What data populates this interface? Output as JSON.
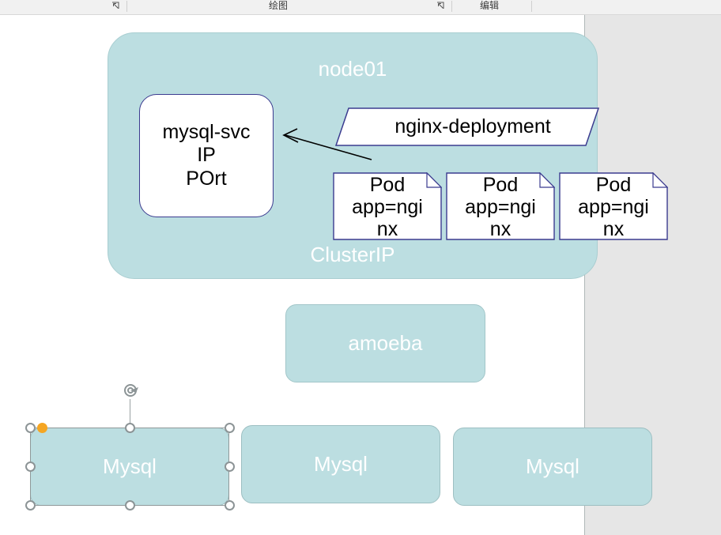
{
  "ribbon": {
    "groups": [
      {
        "label": "绘图",
        "name": "drawing"
      },
      {
        "label": "编辑",
        "name": "editing"
      }
    ],
    "launcher_icon": "dialog-launcher-icon"
  },
  "canvas": {
    "page_background": "#ffffff",
    "workspace_background": "#e6e6e6",
    "shape_fill": "#bcdee1",
    "shape_border": "#3b3b8f",
    "label_color": "#ffffff"
  },
  "diagram": {
    "node_container": {
      "title": "node01",
      "footer_label": "ClusterIP"
    },
    "service": {
      "lines": [
        "mysql-svc",
        "IP",
        "POrt"
      ]
    },
    "deployment": {
      "label": "nginx-deployment"
    },
    "pods": [
      {
        "title": "Pod",
        "label_line1": "app=ngi",
        "label_line2": "nx"
      },
      {
        "title": "Pod",
        "label_line1": "app=ngi",
        "label_line2": "nx"
      },
      {
        "title": "Pod",
        "label_line1": "app=ngi",
        "label_line2": "nx"
      }
    ],
    "amoeba": {
      "label": "amoeba"
    },
    "databases": [
      {
        "label": "Mysql",
        "selected": true
      },
      {
        "label": "Mysql",
        "selected": false
      },
      {
        "label": "Mysql",
        "selected": false
      }
    ],
    "connector": {
      "name": "svc-to-deployment-arrow",
      "direction": "points-left-to-mysql-svc"
    }
  },
  "selection": {
    "target": "Mysql",
    "rotate_handle": "rotate-handle-icon",
    "adjust_handle_color": "#f5a623",
    "handle_fill": "#ffffff",
    "handle_border": "#8c9496"
  }
}
